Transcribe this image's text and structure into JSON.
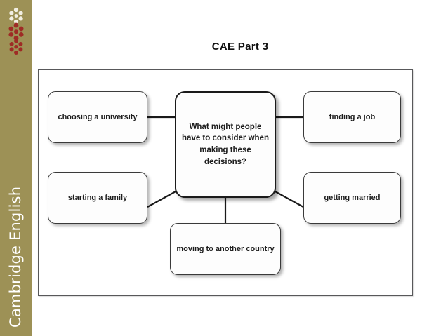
{
  "sidebar": {
    "brand_text": "Cambridge English",
    "background_color": "#9d9156",
    "ornament_red": "#9e2b25",
    "ornament_white": "#f2efe2",
    "ornament_name": "cambridge-flower-ornament"
  },
  "title": "CAE Part 3",
  "diagram": {
    "type": "mind-map",
    "center": {
      "id": "central-question",
      "label": "What might people have to consider when making these decisions?",
      "lines": [
        "What might people",
        "have to consider",
        "when making these",
        "decisions?"
      ]
    },
    "nodes": [
      {
        "id": "choosing-university",
        "label": "choosing a university",
        "lines": [
          "choosing a",
          "university"
        ],
        "position": "top-left"
      },
      {
        "id": "starting-family",
        "label": "starting a family",
        "lines": [
          "starting a family"
        ],
        "position": "middle-left"
      },
      {
        "id": "finding-job",
        "label": "finding a job",
        "lines": [
          "finding a job"
        ],
        "position": "top-right"
      },
      {
        "id": "getting-married",
        "label": "getting married",
        "lines": [
          "getting married"
        ],
        "position": "middle-right"
      },
      {
        "id": "moving-country",
        "label": "moving to another country",
        "lines": [
          "moving to another",
          "country"
        ],
        "position": "bottom-center"
      }
    ],
    "connector_color": "#1a1a1a",
    "node_border_color": "#3a3a3a",
    "node_fill_color": "#fdfdfd",
    "frame_border_color": "#58585a"
  }
}
